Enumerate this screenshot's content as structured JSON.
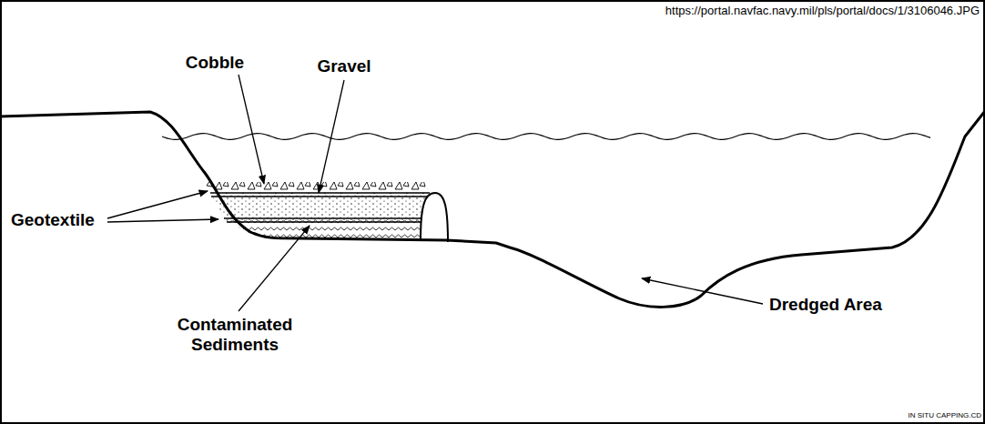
{
  "diagram": {
    "labels": [
      "https://portal.navfac.navy.mil/pls/portal/docs/1/3106046.JPG",
      "Cobble",
      "Gravel",
      "Geotextile",
      "Contaminated Sediments",
      "Dredged Area",
      "IN SITU CAPPING.CD"
    ]
  }
}
